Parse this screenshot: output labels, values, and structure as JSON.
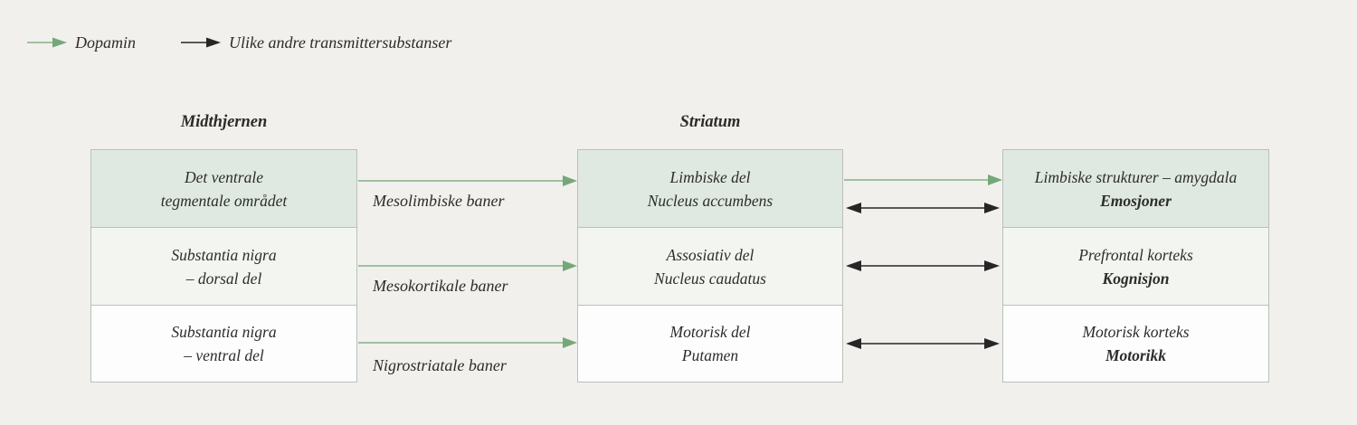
{
  "legend": {
    "dopamin_label": "Dopamin",
    "other_label": "Ulike andre transmittersubstanser"
  },
  "headers": {
    "midbrain": "Midthjernen",
    "striatum": "Striatum"
  },
  "midbrain_boxes": [
    {
      "line1": "Det ventrale",
      "line2": "tegmentale området"
    },
    {
      "line1": "Substantia nigra",
      "line2": "– dorsal del"
    },
    {
      "line1": "Substantia nigra",
      "line2": "– ventral del"
    }
  ],
  "striatum_boxes": [
    {
      "line1": "Limbiske del",
      "line2": "Nucleus accumbens"
    },
    {
      "line1": "Assosiativ del",
      "line2": "Nucleus caudatus"
    },
    {
      "line1": "Motorisk del",
      "line2": "Putamen"
    }
  ],
  "cortex_boxes": [
    {
      "line1": "Limbiske strukturer – amygdala",
      "line2": "Emosjoner"
    },
    {
      "line1": "Prefrontal korteks",
      "line2": "Kognisjon"
    },
    {
      "line1": "Motorisk korteks",
      "line2": "Motorikk"
    }
  ],
  "pathway_labels": [
    "Mesolimbiske baner",
    "Mesokortikale baner",
    "Nigrostriatale baner"
  ],
  "colors": {
    "dopamine_green_line": "#84b086",
    "dopamine_green_head": "#74a878",
    "transmitter_black": "#262626",
    "row1_fill": "#dfe9e2",
    "row2_fill": "#f3f6f0",
    "row3_fill": "#fdfdfd",
    "box_border": "#b9c0b9",
    "background": "#f1f0ed",
    "text": "#2d2c2a"
  }
}
